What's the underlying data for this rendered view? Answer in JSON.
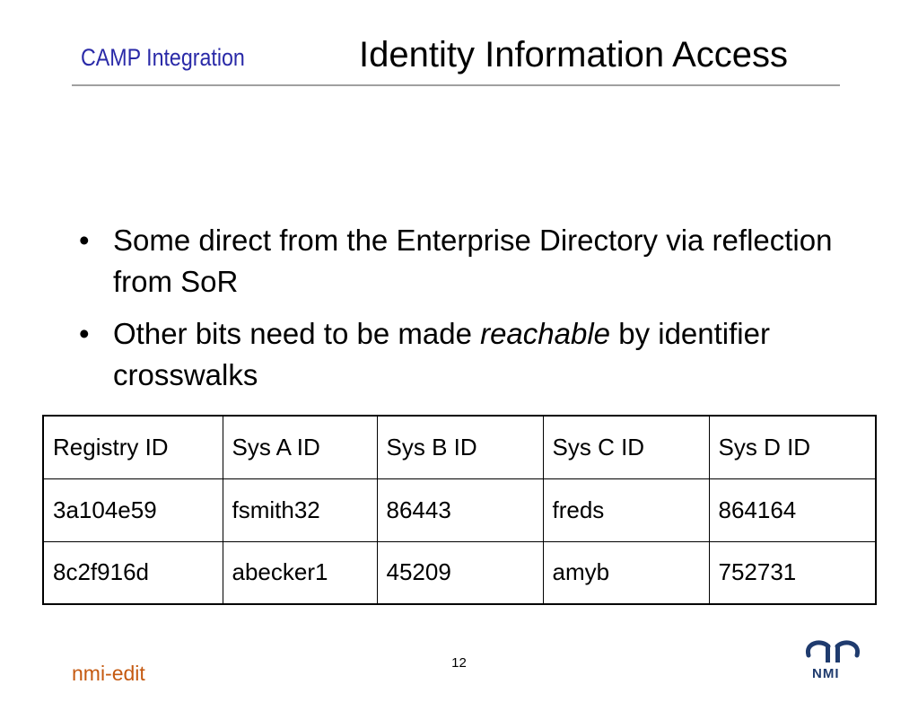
{
  "header": {
    "section_label": "CAMP Integration",
    "title": "Identity Information Access"
  },
  "bullets": [
    {
      "text": "Some direct from the Enterprise Directory via reflection from SoR"
    },
    {
      "pre": "Other bits need to be made ",
      "emph": "reachable",
      "post": " by identifier crosswalks"
    }
  ],
  "table": {
    "headers": [
      "Registry ID",
      "Sys A ID",
      "Sys B ID",
      "Sys C ID",
      "Sys D ID"
    ],
    "rows": [
      [
        "3a104e59",
        "fsmith32",
        "86443",
        "freds",
        "864164"
      ],
      [
        "8c2f916d",
        "abecker1",
        "45209",
        "amyb",
        "752731"
      ]
    ]
  },
  "footer": {
    "left_label": "nmi-edit",
    "page_number": "12",
    "logo_text": "NMI"
  },
  "colors": {
    "header_label": "#2a2aa8",
    "footer_label": "#c55a11",
    "logo": "#1f3b6e"
  }
}
